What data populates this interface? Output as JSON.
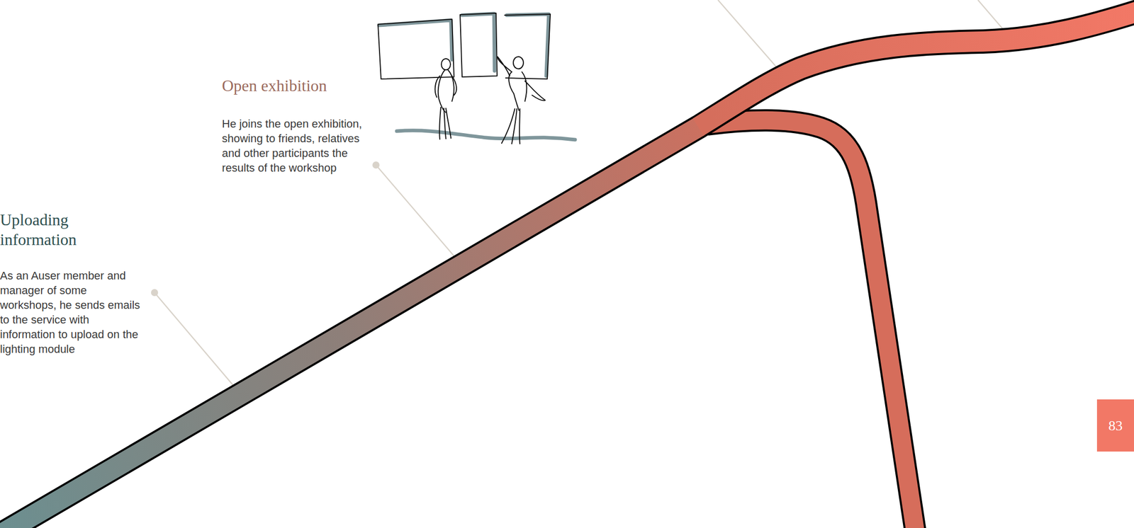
{
  "diagram": {
    "nodes": [
      {
        "text": [
          "83"
        ]
      }
    ],
    "edges": [],
    "labels": [
      "Open exhibition",
      "He joins the open exhibition, showing to friends, relatives and other participants the results of the workshop",
      "Uploading information",
      "As an Auser member and manager of some workshops, he sends emails to the service with information to upload on the lighting module"
    ]
  }
}
